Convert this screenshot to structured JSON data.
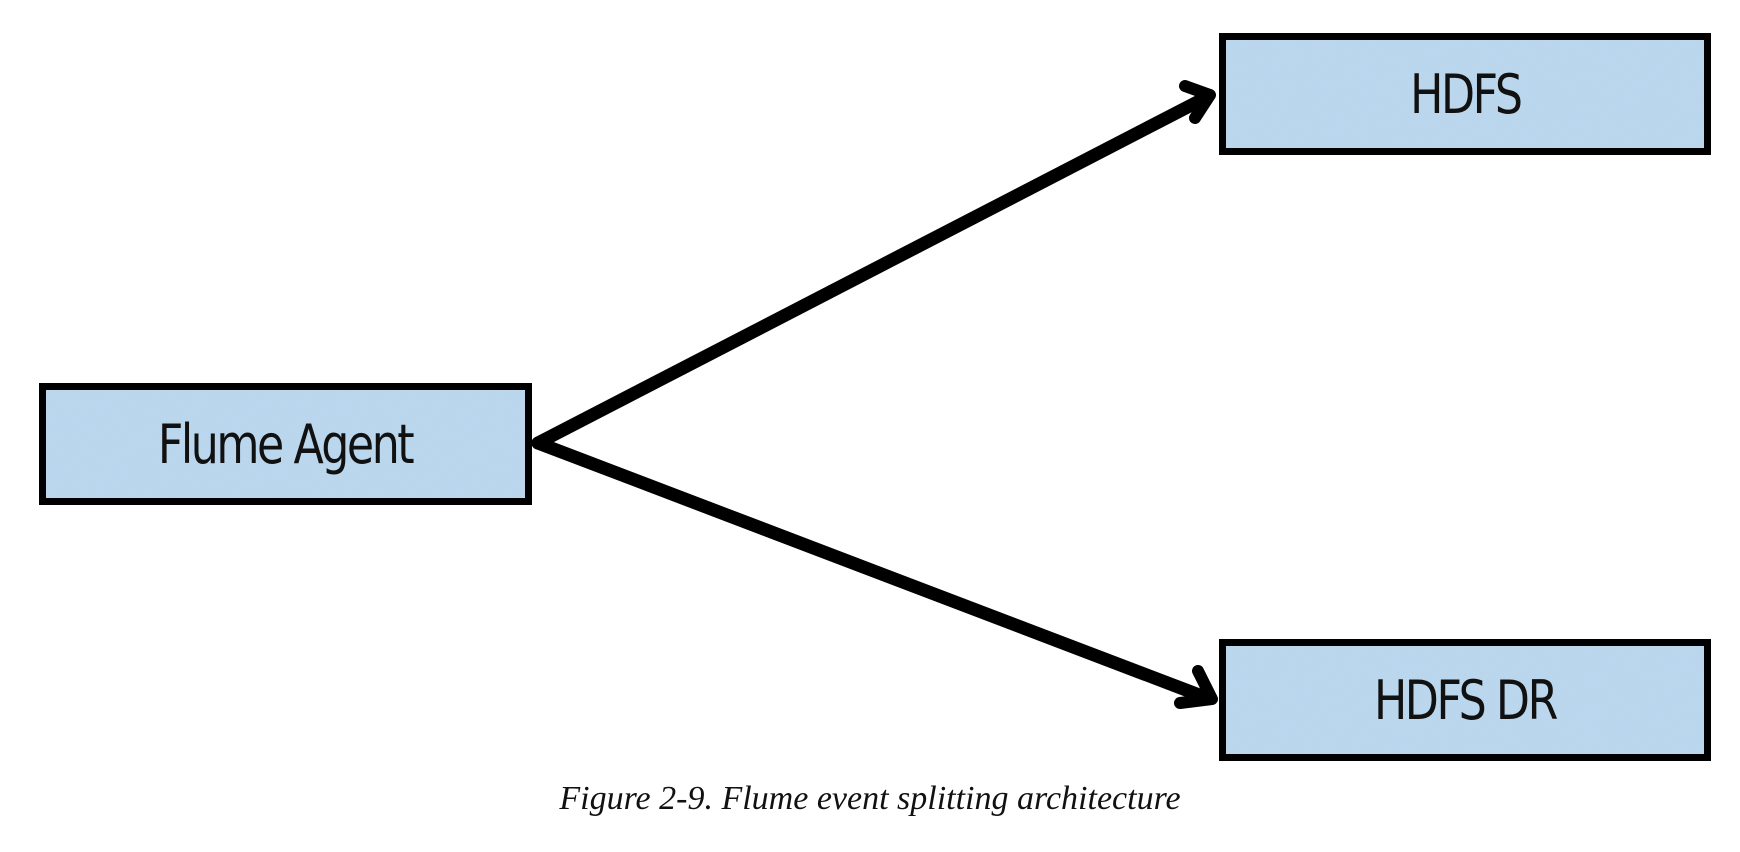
{
  "colors": {
    "box_fill": "#b7d4ec",
    "box_border": "#000000",
    "arrow": "#000000",
    "text": "#111111"
  },
  "nodes": {
    "agent": {
      "label": "Flume Agent"
    },
    "hdfs": {
      "label": "HDFS"
    },
    "hdfs_dr": {
      "label": "HDFS DR"
    }
  },
  "edges": [
    {
      "from": "agent",
      "to": "hdfs"
    },
    {
      "from": "agent",
      "to": "hdfs_dr"
    }
  ],
  "caption": "Figure 2-9. Flume event splitting architecture"
}
